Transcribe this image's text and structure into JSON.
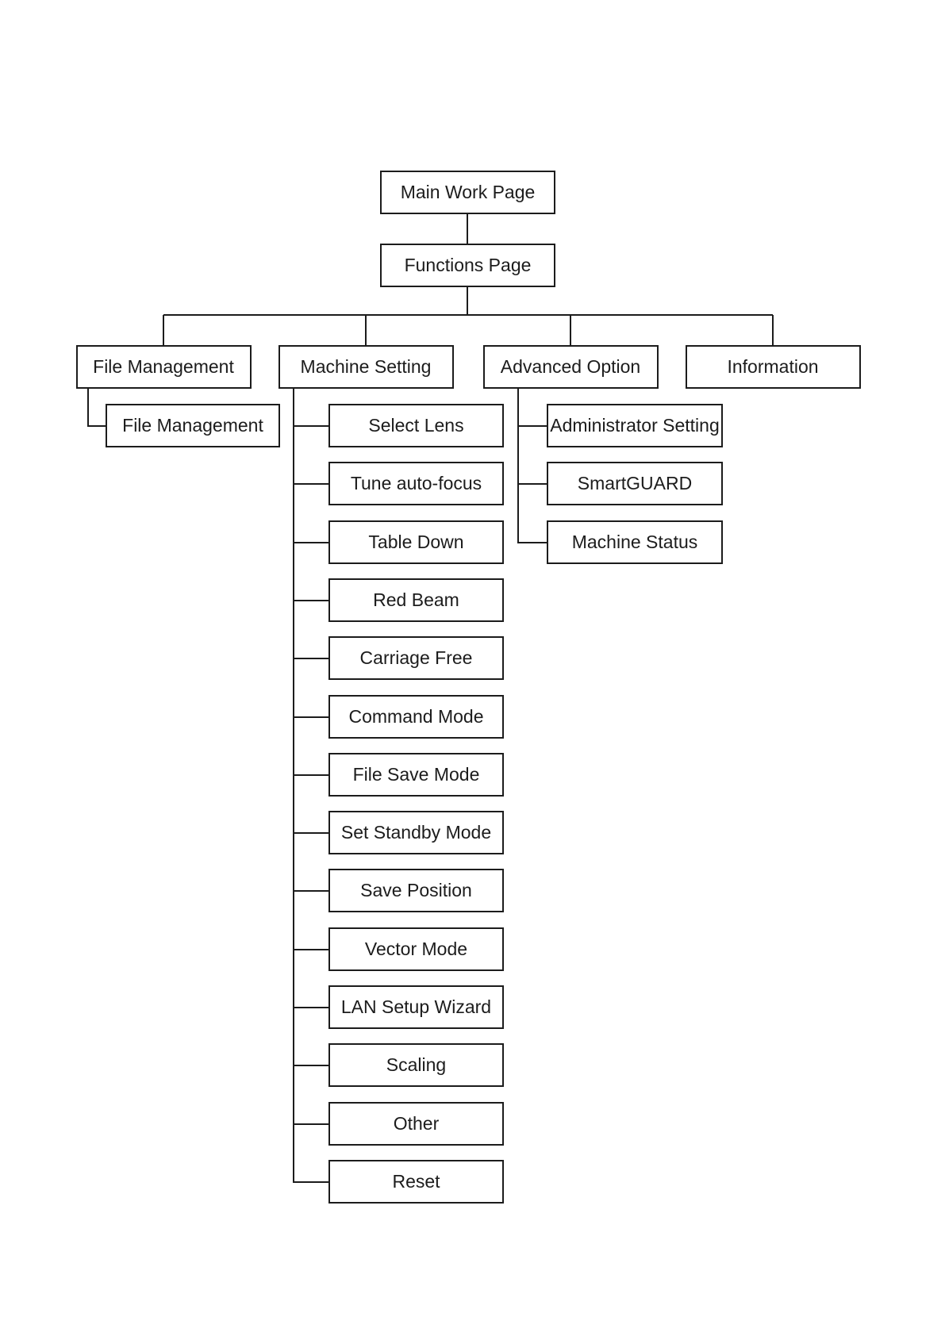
{
  "diagram": {
    "root": "Main Work Page",
    "child": "Functions Page",
    "branches": [
      {
        "label": "File Management",
        "children": [
          "File Management"
        ]
      },
      {
        "label": "Machine Setting",
        "children": [
          "Select Lens",
          "Tune auto-focus",
          "Table Down",
          "Red Beam",
          "Carriage Free",
          "Command Mode",
          "File Save Mode",
          "Set Standby Mode",
          "Save Position",
          "Vector Mode",
          "LAN Setup Wizard",
          "Scaling",
          "Other",
          "Reset"
        ]
      },
      {
        "label": "Advanced Option",
        "children": [
          "Administrator Setting",
          "SmartGUARD",
          "Machine Status"
        ]
      },
      {
        "label": "Information",
        "children": []
      }
    ],
    "colors": {
      "line": "#1c1c1c",
      "box_border": "#1c1c1c",
      "box_fill": "#ffffff",
      "text": "#1c1c1c",
      "background": "#ffffff"
    }
  }
}
